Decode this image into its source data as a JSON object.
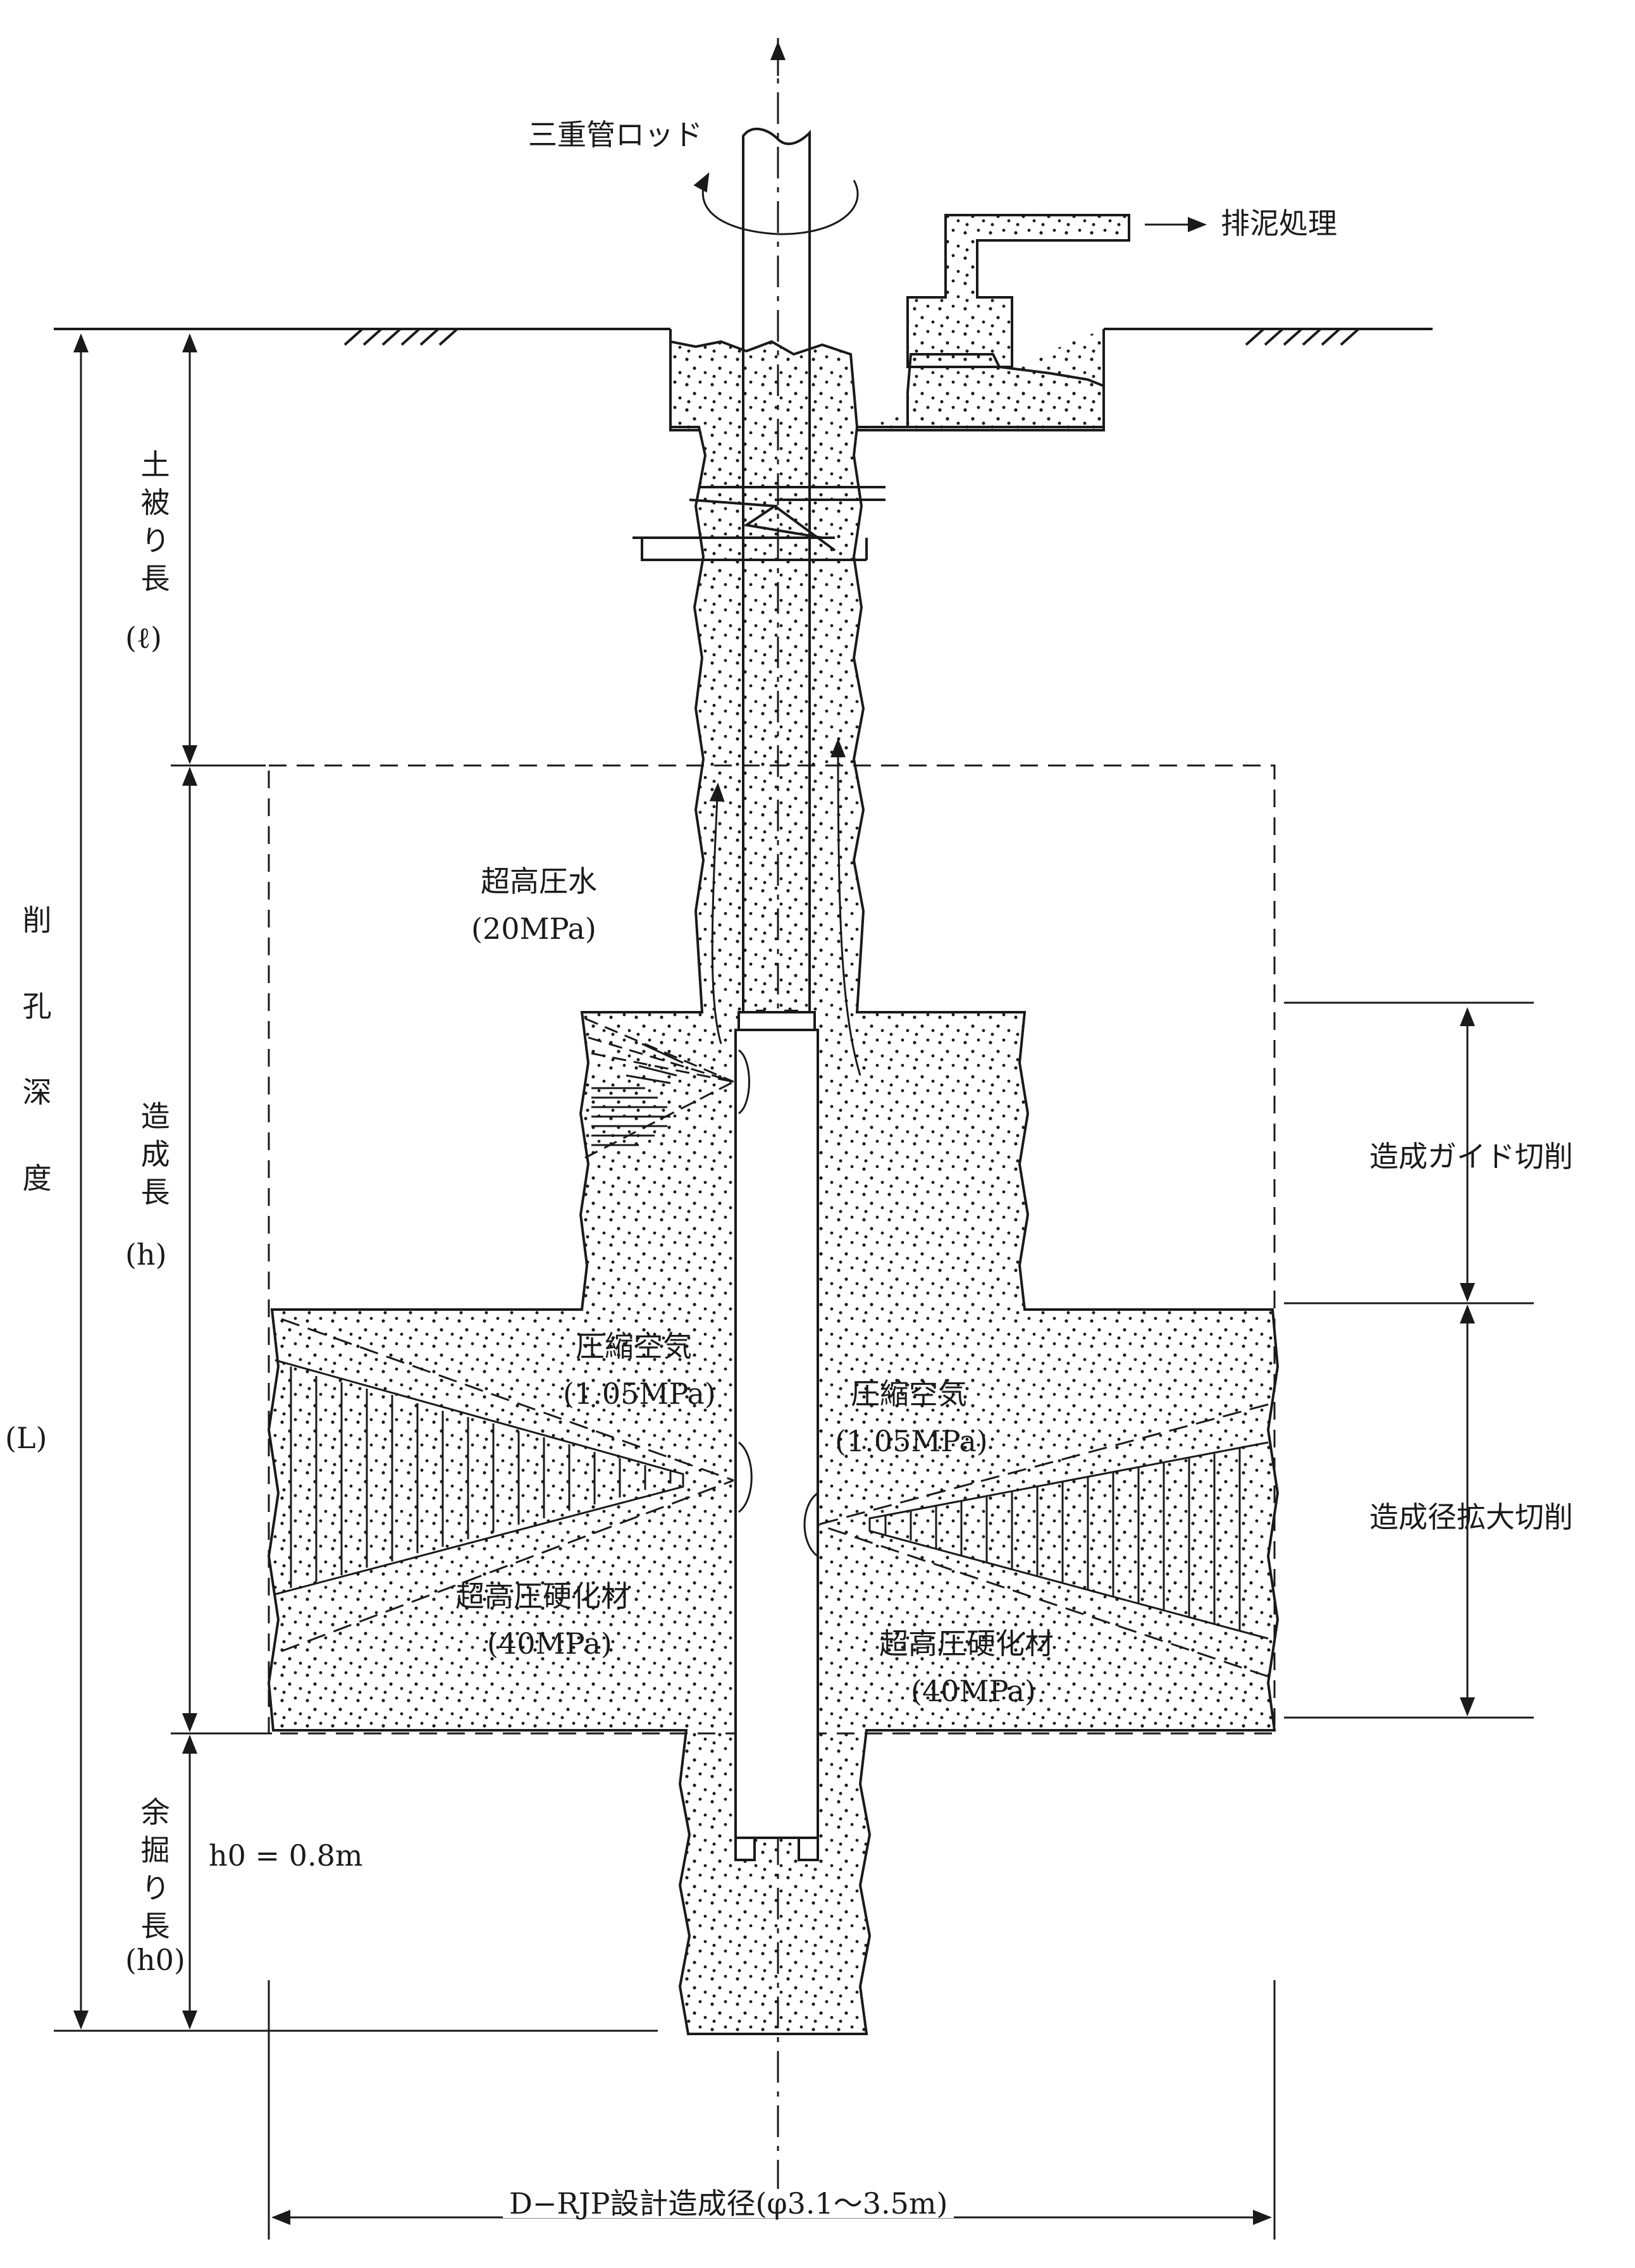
{
  "labels": {
    "rod": "三重管ロッド",
    "mud": "排泥処理",
    "cover_length": "土被り長",
    "cover_symbol": "(ℓ)",
    "drill_depth": "削孔深度",
    "drill_symbol": "(L)",
    "build_length": "造成長",
    "build_symbol": "(h)",
    "extra_length": "余掘り長",
    "extra_symbol": "(h0)",
    "h0_value": "h0 = 0.8m",
    "water": "超高圧水",
    "water_pressure": "(20MPa)",
    "air": "圧縮空気",
    "air_pressure": "(1.05MPa)",
    "hardener": "超高圧硬化材",
    "hardener_pressure": "(40MPa)",
    "guide_cut": "造成ガイド切削",
    "enlarge_cut": "造成径拡大切削",
    "design_diameter": "D−RJP設計造成径(φ3.1〜3.5m)"
  },
  "colors": {
    "ink": "#1a1a1a",
    "background": "#ffffff"
  }
}
